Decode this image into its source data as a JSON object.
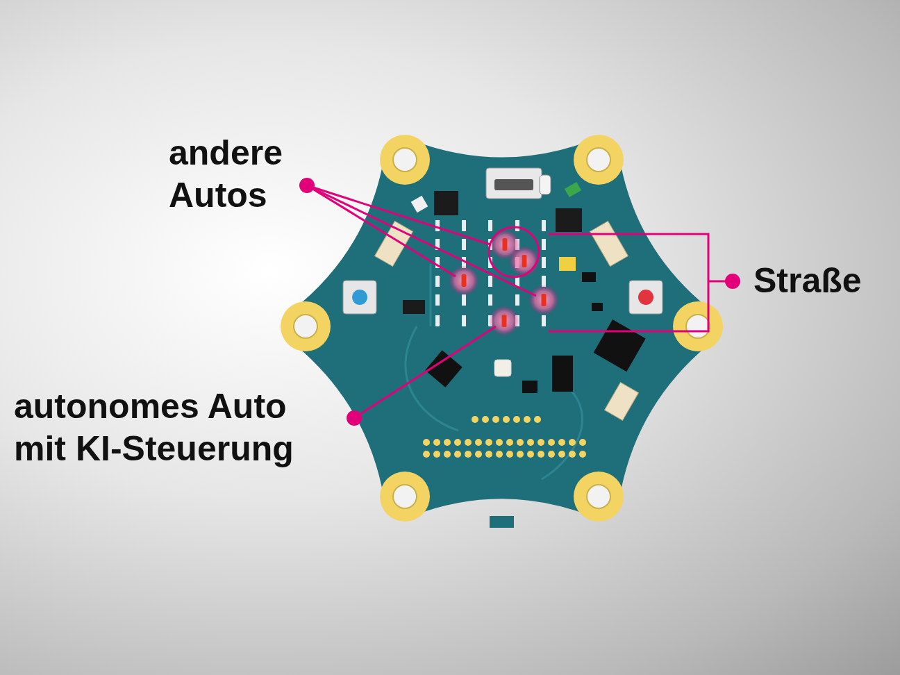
{
  "diagram": {
    "labels": [
      "andere Autos",
      "Straße",
      "autonomes Auto mit KI-Steuerung"
    ]
  }
}
